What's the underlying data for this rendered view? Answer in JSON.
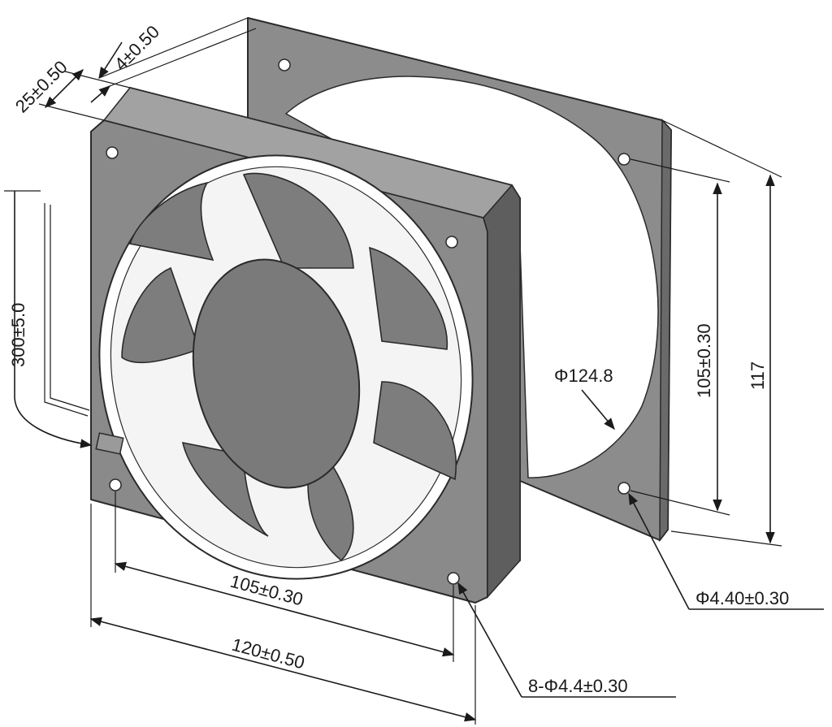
{
  "dimensions": {
    "depth": "25±0.50",
    "flange": "4±0.50",
    "lead_length": "300±5.0",
    "hole_pitch_vertical": "105±0.30",
    "plate_height": "117",
    "opening_diameter": "Φ124.8",
    "plate_hole": "Φ4.40±0.30",
    "hole_pitch_horizontal": "105±0.30",
    "frame_width": "120±0.50",
    "mounting_holes": "8-Φ4.4±0.30"
  },
  "colors": {
    "frame": "#8a8a8a",
    "frame_dark": "#5e5e5e",
    "blade": "#7d7d7d",
    "hub": "#7a7a7a",
    "plate": "#8c8c8c",
    "opening": "#ffffff"
  }
}
